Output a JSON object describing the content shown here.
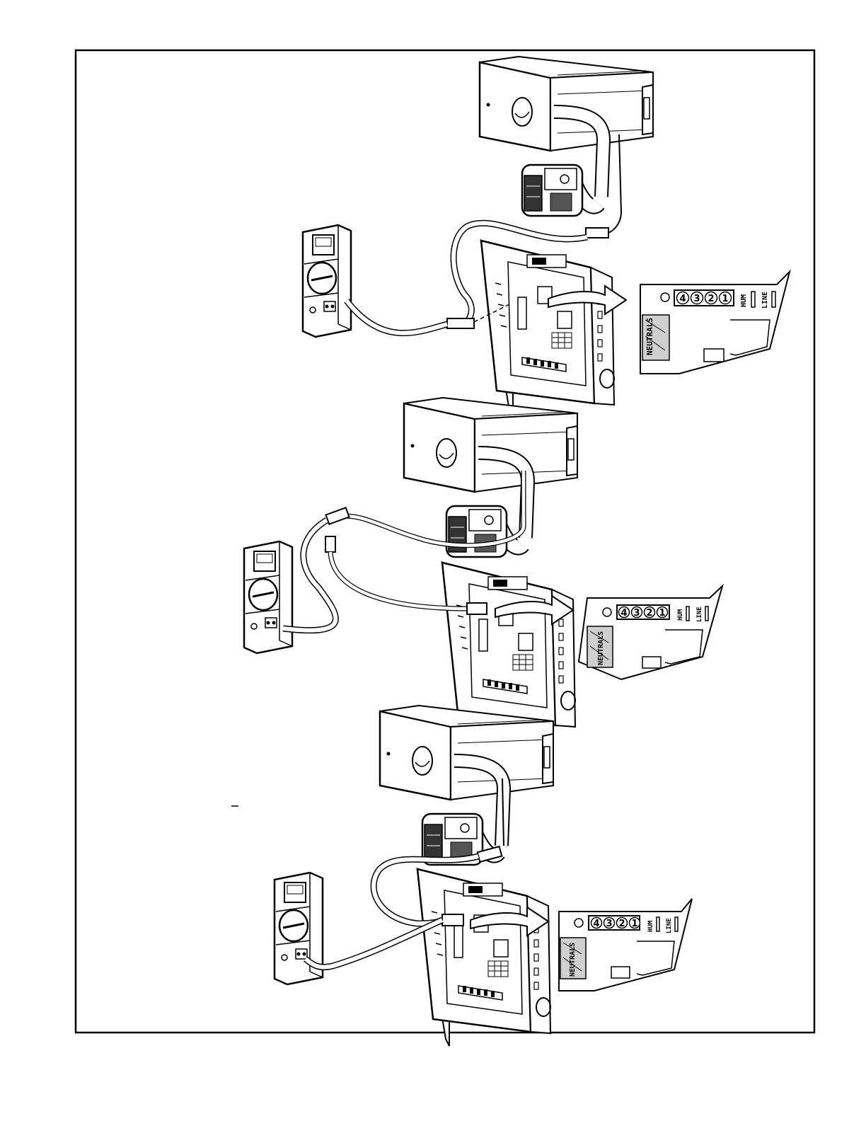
{
  "pin_numbers": [
    "4",
    "3",
    "2",
    "1"
  ],
  "labels": {
    "hum": "HUM",
    "line": "LINE",
    "neutrals": "NEUTRALS"
  },
  "colors": {
    "stroke": "#000000",
    "background": "#ffffff",
    "shade": "#cfcfcf"
  },
  "icons": [
    "furnace-inducer-icon",
    "control-board-icon",
    "multimeter-icon",
    "terminal-strip-icon",
    "arrow-icon"
  ]
}
